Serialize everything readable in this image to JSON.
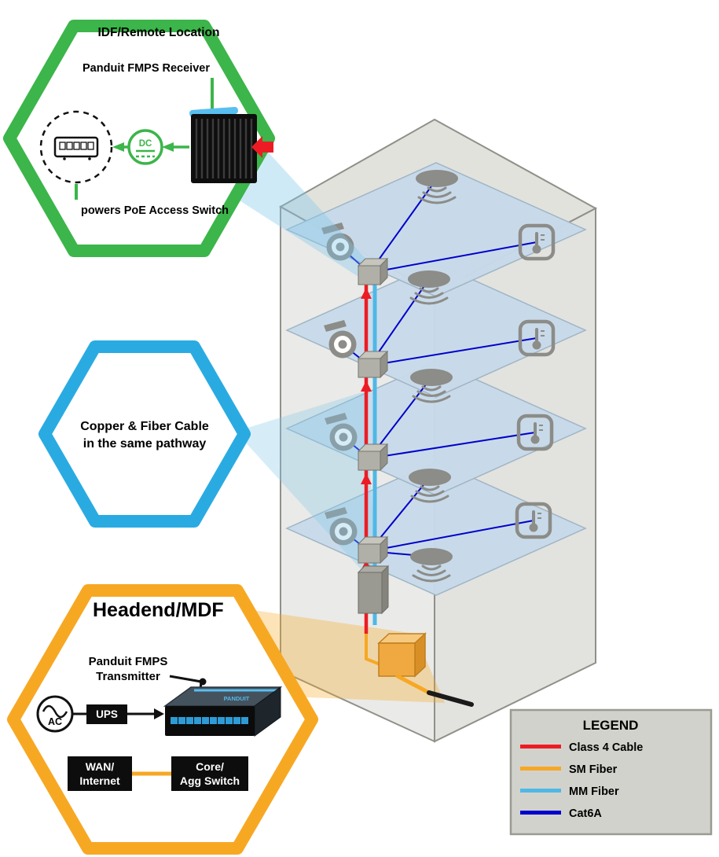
{
  "callouts": {
    "idf": {
      "title": "IDF/Remote Location",
      "receiver_label": "Panduit FMPS Receiver",
      "switch_label": "powers PoE Access Switch",
      "dc_label": "DC",
      "accent_color": "#3CB54A"
    },
    "pathway": {
      "line1": "Copper & Fiber Cable",
      "line2": "in the same pathway",
      "accent_color": "#29ABE2"
    },
    "headend": {
      "title": "Headend/MDF",
      "transmitter_line1": "Panduit FMPS",
      "transmitter_line2": "Transmitter",
      "ac_label": "AC",
      "ups_label": "UPS",
      "wan_line1": "WAN/",
      "wan_line2": "Internet",
      "core_line1": "Core/",
      "core_line2": "Agg Switch",
      "device_brand": "PANDUIT",
      "accent_color": "#F7A823"
    }
  },
  "legend": {
    "title": "LEGEND",
    "items": [
      {
        "label": "Class 4 Cable",
        "color": "#ED1C24"
      },
      {
        "label": "SM Fiber",
        "color": "#F7A823"
      },
      {
        "label": "MM Fiber",
        "color": "#4FB8E7"
      },
      {
        "label": "Cat6A",
        "color": "#0000CC"
      }
    ]
  }
}
